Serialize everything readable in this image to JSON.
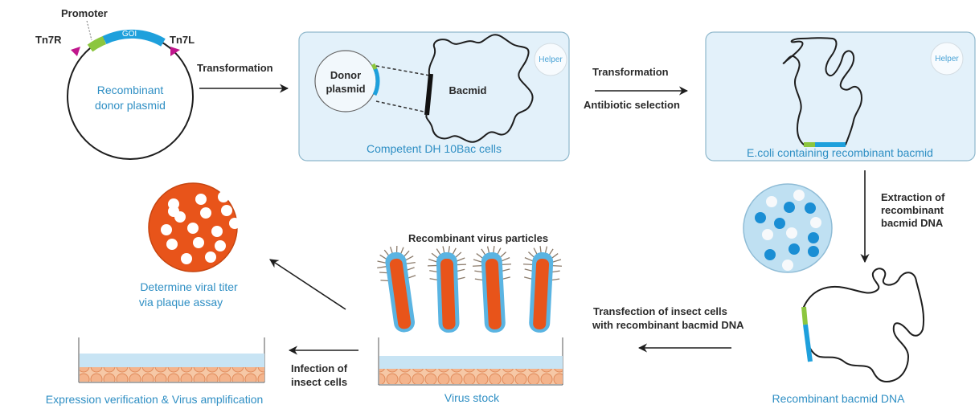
{
  "colors": {
    "label_blue": "#2f8fc4",
    "promoter_green": "#8cc63f",
    "goi_blue": "#1ea0dc",
    "tn7_magenta": "#c0168c",
    "virus_orange": "#e8541a",
    "box_fill": "#e3f1fa",
    "plate_fill": "#bfe0f2"
  },
  "step1": {
    "promoter": "Promoter",
    "goi": "GOI",
    "tn7r": "Tn7R",
    "tn7l": "Tn7L",
    "title_line1": "Recombinant",
    "title_line2": "donor plasmid"
  },
  "arrow1": {
    "label": "Transformation"
  },
  "step2": {
    "donor_line1": "Donor",
    "donor_line2": "plasmid",
    "bacmid": "Bacmid",
    "helper": "Helper",
    "caption": "Competent DH 10Bac cells"
  },
  "arrow2": {
    "label_top": "Transformation",
    "label_bottom": "Antibiotic selection"
  },
  "step3": {
    "helper": "Helper",
    "caption": "E.coli containing recombinant bacmid"
  },
  "arrow3": {
    "line1": "Extraction of",
    "line2": "recombinant",
    "line3": "bacmid DNA"
  },
  "step4": {
    "caption": "Recombinant bacmid DNA"
  },
  "arrow4": {
    "line1": "Transfection of insect cells",
    "line2": "with recombinant bacmid DNA"
  },
  "step5": {
    "title": "Recombinant virus particles",
    "caption": "Virus stock"
  },
  "arrow5": {
    "line1": "Infection of",
    "line2": "insect cells"
  },
  "step6": {
    "caption": "Expression verification & Virus amplification"
  },
  "step7": {
    "line1": "Determine viral titer",
    "line2": "via plaque assay"
  }
}
